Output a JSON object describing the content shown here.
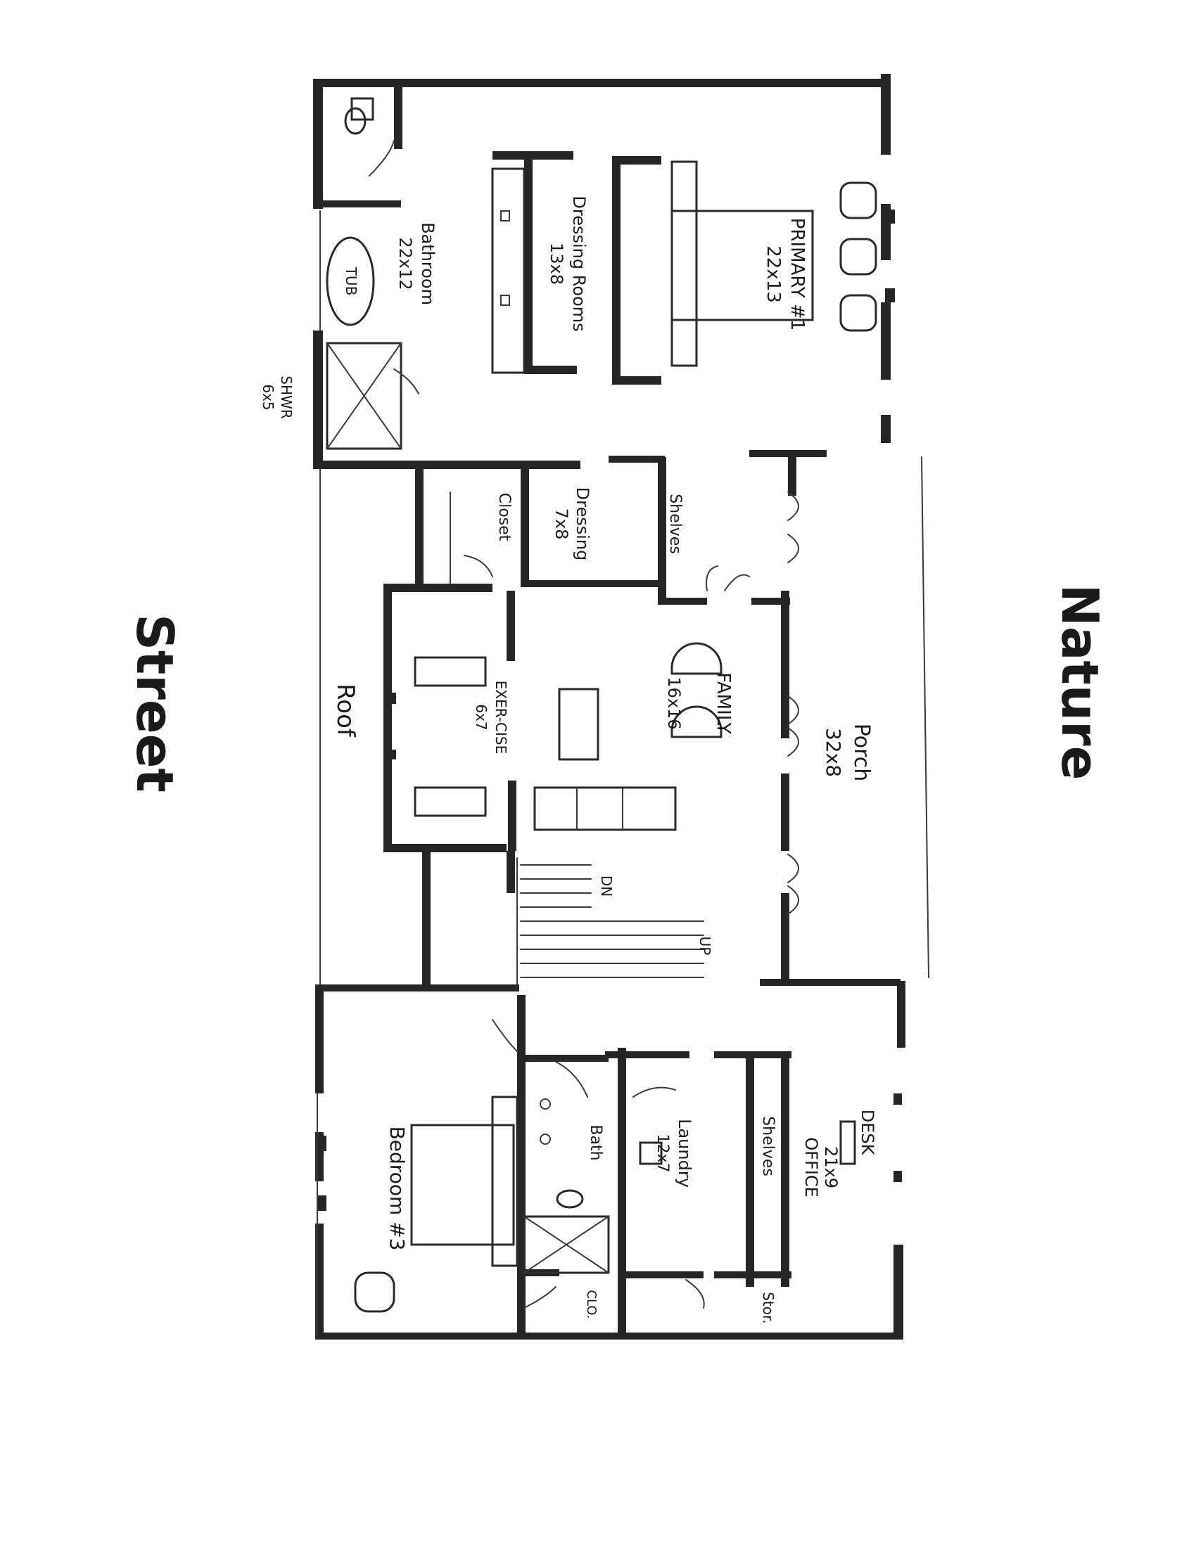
{
  "sides": {
    "street": "Street",
    "nature": "Nature",
    "roof": "Roof"
  },
  "rooms": {
    "primary": {
      "name": "PRIMARY #1",
      "size": "22x13"
    },
    "dressing_rooms": {
      "name": "Dressing Rooms",
      "size": "13x8"
    },
    "bathroom": {
      "name": "Bathroom",
      "size": "22x12"
    },
    "tub": "TUB",
    "shower": {
      "name": "SHWR",
      "size": "6x5"
    },
    "dressing": {
      "name": "Dressing",
      "size": "7x8"
    },
    "shelves_upper": "Shelves",
    "closet": "Closet",
    "family": {
      "name": "FAMILY",
      "size": "16x16"
    },
    "exercise": {
      "name": "EXER-CISE",
      "size": "6x7"
    },
    "porch": {
      "name": "Porch",
      "size": "32x8"
    },
    "stair_dn": "DN",
    "stair_up": "UP",
    "bedroom3": {
      "name": "Bedroom #3"
    },
    "bath": "Bath",
    "laundry": {
      "name": "Laundry",
      "size": "12x7"
    },
    "shelves_lower": "Shelves",
    "desk": "DESK",
    "office": {
      "name": "OFFICE",
      "size": "21x9"
    },
    "stor": "Stor.",
    "clo": "CLO."
  }
}
